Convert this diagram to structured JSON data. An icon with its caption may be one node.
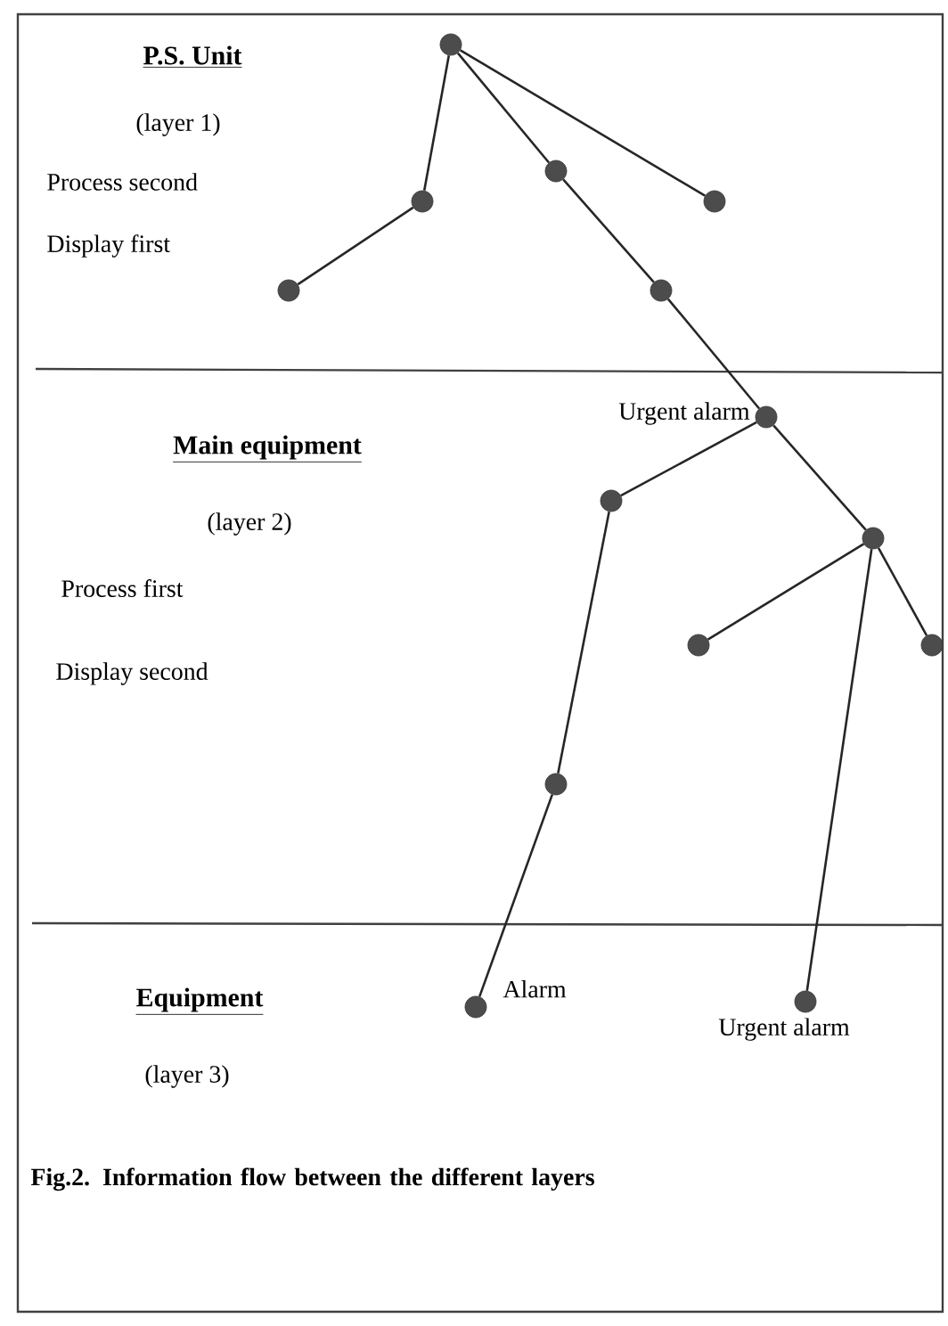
{
  "diagram": {
    "caption": "Fig.2. Information flow between the different layers",
    "nodes": [
      {
        "text": [],
        "shape": "circle"
      },
      {
        "text": [],
        "shape": "circle"
      },
      {
        "text": [],
        "shape": "circle"
      },
      {
        "text": [],
        "shape": "circle"
      },
      {
        "text": [],
        "shape": "circle"
      },
      {
        "text": [],
        "shape": "circle"
      },
      {
        "text": [],
        "shape": "circle",
        "beside": [
          "Urgent alarm"
        ]
      },
      {
        "text": [],
        "shape": "circle"
      },
      {
        "text": [],
        "shape": "circle"
      },
      {
        "text": [],
        "shape": "circle"
      },
      {
        "text": [],
        "shape": "circle"
      },
      {
        "text": [],
        "shape": "circle"
      },
      {
        "text": [],
        "shape": "circle",
        "beside": [
          "Alarm"
        ]
      },
      {
        "text": [],
        "shape": "circle",
        "beside": [
          "Urgent alarm"
        ]
      }
    ],
    "edges": [
      {
        "from": 0,
        "to": 1,
        "arrow": "none"
      },
      {
        "from": 1,
        "to": 2,
        "arrow": "none"
      },
      {
        "from": 0,
        "to": 3,
        "arrow": "none"
      },
      {
        "from": 0,
        "to": 4,
        "arrow": "none"
      },
      {
        "from": 3,
        "to": 5,
        "arrow": "none"
      },
      {
        "from": 5,
        "to": 6,
        "arrow": "none"
      },
      {
        "from": 6,
        "to": 7,
        "arrow": "none"
      },
      {
        "from": 6,
        "to": 8,
        "arrow": "none"
      },
      {
        "from": 7,
        "to": 11,
        "arrow": "none"
      },
      {
        "from": 11,
        "to": 12,
        "arrow": "none"
      },
      {
        "from": 8,
        "to": 9,
        "arrow": "none"
      },
      {
        "from": 8,
        "to": 10,
        "arrow": "none"
      },
      {
        "from": 8,
        "to": 13,
        "arrow": "none"
      }
    ],
    "labels": [
      "P.S. Unit",
      "(layer 1)",
      "Process second",
      "Display first",
      "Main equipment",
      "(layer 2)",
      "Process first",
      "Display second",
      "Equipment",
      "(layer 3)"
    ]
  }
}
